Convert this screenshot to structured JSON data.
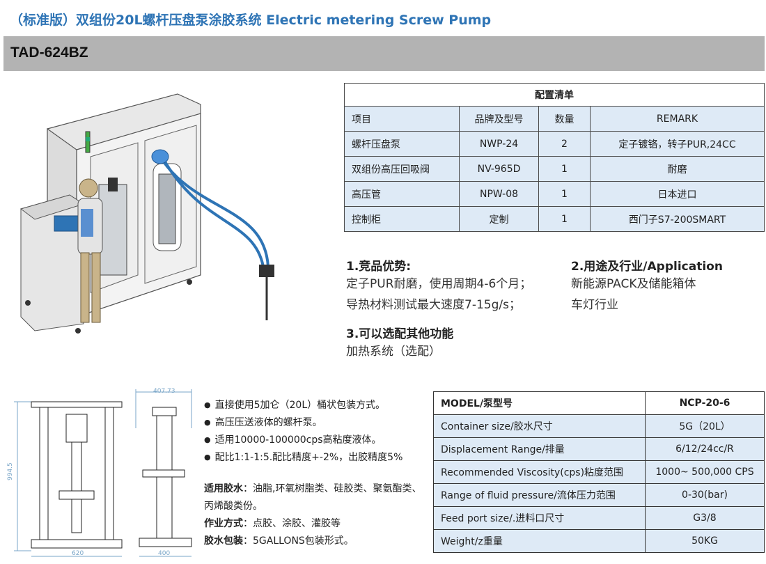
{
  "title": "（标准版）双组份20L螺杆压盘泵涂胶系统 Electric metering Screw Pump",
  "model": "TAD-624BZ",
  "config_table": {
    "title": "配置清单",
    "headers": [
      "项目",
      "品牌及型号",
      "数量",
      "REMARK"
    ],
    "rows": [
      [
        "螺杆压盘泵",
        "NWP-24",
        "2",
        "定子镀铬，转子PUR,24CC"
      ],
      [
        "双组份高压回吸阀",
        "NV-965D",
        "1",
        "耐磨"
      ],
      [
        "高压管",
        "NPW-08",
        "1",
        "日本进口"
      ],
      [
        "控制柜",
        "定制",
        "1",
        "西门子S7-200SMART"
      ]
    ]
  },
  "features": {
    "advantage_title": "1.竞品优势:",
    "advantage_lines": [
      "定子PUR耐磨，使用周期4-6个月；",
      "导热材料测试最大速度7-15g/s；"
    ],
    "application_title": "2.用途及行业/Application",
    "application_lines": [
      "新能源PACK及储能箱体",
      "车灯行业"
    ],
    "options_title": "3.可以选配其他功能",
    "options_lines": [
      "加热系统（选配）"
    ]
  },
  "bullets": [
    "直接使用5加仑（20L）桶状包装方式。",
    "高压压送液体的螺杆泵。",
    "适用10000-100000cps高粘度液体。",
    "配比1:1-1:5.配比精度+-2%，出胶精度5%"
  ],
  "extra": {
    "glue_label": "适用胶水",
    "glue_text": "：油脂,环氧树脂类、硅胶类、聚氨酯类、丙烯酸类份。",
    "method_label": "作业方式",
    "method_text": "：点胶、涂胶、灌胶等",
    "pack_label": "胶水包装",
    "pack_text": "：5GALLONS包装形式。"
  },
  "drawing": {
    "dim_height": "994.5",
    "dim_width_front": "620",
    "dim_width_top": "407.73",
    "dim_width_side": "400"
  },
  "spec_table": {
    "rows": [
      [
        "MODEL/泵型号",
        "NCP-20-6"
      ],
      [
        "Container size/胶水尺寸",
        "5G（20L）"
      ],
      [
        "Displacement  Range/排量",
        "6/12/24cc/R"
      ],
      [
        "Recommended Viscosity(cps)粘度范围",
        "1000~ 500,000 CPS"
      ],
      [
        "Range of fluid pressure/流体压力范围",
        "0-30(bar)"
      ],
      [
        "Feed port size/.进料口尺寸",
        "G3/8"
      ],
      [
        "Weight/z重量",
        "50KG"
      ]
    ]
  },
  "colors": {
    "title_blue": "#2e74b5",
    "model_bar": "#b3b3b3",
    "table_fill": "#deeaf6"
  }
}
